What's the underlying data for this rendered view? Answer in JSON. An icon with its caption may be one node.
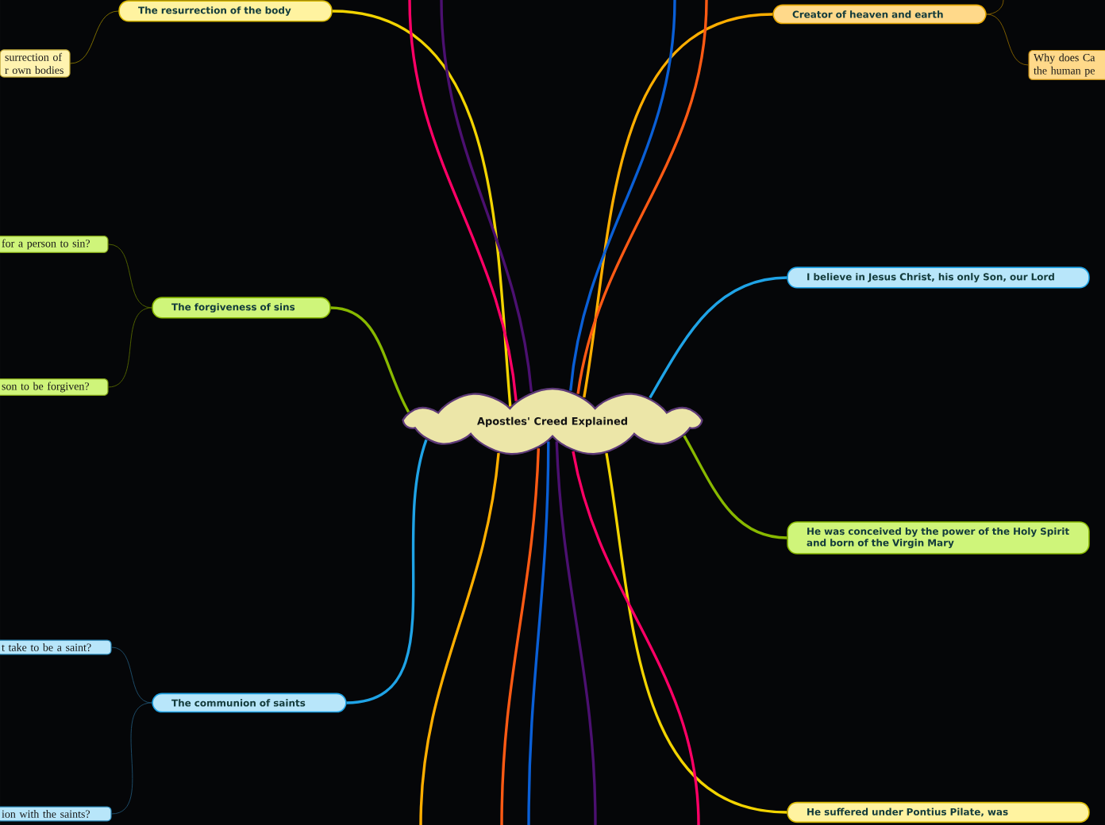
{
  "diagram": {
    "nodes": [
      {
        "text": [
          "Apostles' Creed Explained"
        ]
      },
      {
        "text": [
          "The resurrection of the body"
        ]
      },
      {
        "text": [
          "surrection of r own bodies"
        ]
      },
      {
        "text": [
          "The forgiveness of sins"
        ]
      },
      {
        "text": [
          "for a person to sin?"
        ]
      },
      {
        "text": [
          "son to be forgiven?"
        ]
      },
      {
        "text": [
          "The communion of saints"
        ]
      },
      {
        "text": [
          "t take to be a saint?"
        ]
      },
      {
        "text": [
          "ion with the saints?"
        ]
      },
      {
        "text": [
          "Creator of heaven and earth"
        ]
      },
      {
        "text": [
          "Why does Ca the human pe"
        ]
      },
      {
        "text": [
          "I believe in Jesus Christ, his only Son, our Lord"
        ]
      },
      {
        "text": [
          "He was conceived by the power of the Holy Spirit and born of the Virgin Mary"
        ]
      },
      {
        "text": [
          "He suffered under Pontius Pilate, was"
        ]
      }
    ],
    "edges": [
      {
        "from": 0,
        "to": 1,
        "arrow": "none",
        "color": "#f2d400"
      },
      {
        "from": 1,
        "to": 2,
        "arrow": "none",
        "color": "#7a6a00"
      },
      {
        "from": 0,
        "to": 3,
        "arrow": "none",
        "color": "#88b800"
      },
      {
        "from": 3,
        "to": 4,
        "arrow": "none",
        "color": "#4d5e00"
      },
      {
        "from": 3,
        "to": 5,
        "arrow": "none",
        "color": "#4d5e00"
      },
      {
        "from": 0,
        "to": 6,
        "arrow": "none",
        "color": "#1fa3e6"
      },
      {
        "from": 6,
        "to": 7,
        "arrow": "none",
        "color": "#1d4a66"
      },
      {
        "from": 6,
        "to": 8,
        "arrow": "none",
        "color": "#1d4a66"
      },
      {
        "from": 0,
        "to": 9,
        "arrow": "none",
        "color": "#ffae00"
      },
      {
        "from": 9,
        "to": 10,
        "arrow": "none",
        "color": "#7a5a00"
      },
      {
        "from": 9,
        "to": null,
        "arrow": "none",
        "color": "#7a5a00"
      },
      {
        "from": 0,
        "to": 11,
        "arrow": "none",
        "color": "#1fa3e6"
      },
      {
        "from": 0,
        "to": 12,
        "arrow": "none",
        "color": "#88b800"
      },
      {
        "from": 0,
        "to": 13,
        "arrow": "none",
        "color": "#f2d400"
      },
      {
        "from": 0,
        "to": null,
        "arrow": "none",
        "color": "#ff0066"
      },
      {
        "from": 0,
        "to": null,
        "arrow": "none",
        "color": "#4b1070"
      },
      {
        "from": 0,
        "to": null,
        "arrow": "none",
        "color": "#0a5fd6"
      },
      {
        "from": 0,
        "to": null,
        "arrow": "none",
        "color": "#ff5a14"
      },
      {
        "from": 0,
        "to": null,
        "arrow": "none",
        "color": "#ffae00"
      },
      {
        "from": 0,
        "to": null,
        "arrow": "none",
        "color": "#ff5a14"
      },
      {
        "from": 0,
        "to": null,
        "arrow": "none",
        "color": "#0a5fd6"
      },
      {
        "from": 0,
        "to": null,
        "arrow": "none",
        "color": "#4b1070"
      },
      {
        "from": 0,
        "to": null,
        "arrow": "none",
        "color": "#ff0066"
      }
    ]
  }
}
